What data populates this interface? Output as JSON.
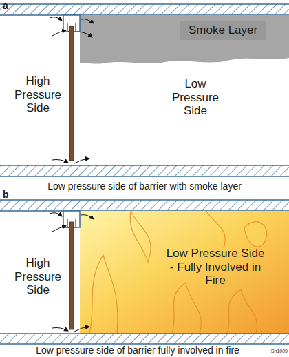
{
  "diagram": {
    "nodes": [
      {
        "text": [
          "Smoke Layer"
        ]
      }
    ],
    "labels": [
      "a",
      "High Pressure Side",
      "Low Pressure Side",
      "Low pressure side of barrier with smoke layer",
      "b",
      "High Pressure Side",
      "Low Pressure Side - Fully Involved in Fire",
      "Low pressure side of barrier fully involved in fire",
      "Sh1009"
    ]
  }
}
